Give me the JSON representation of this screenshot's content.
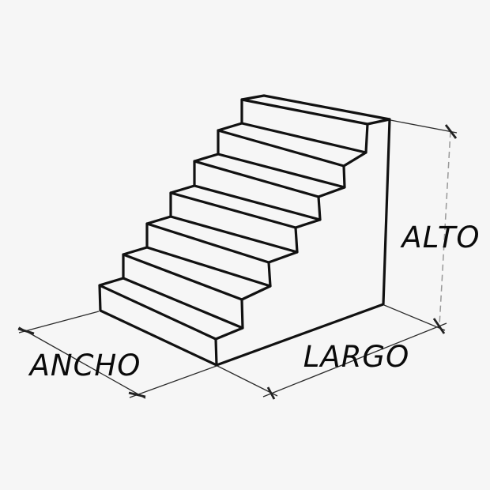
{
  "diagram": {
    "type": "staircase-dimensions",
    "steps_count": 7,
    "labels": {
      "width": "ANCHO",
      "length": "LARGO",
      "height": "ALTO"
    },
    "colors": {
      "background": "#f6f6f6",
      "outline": "#111111",
      "dimension_line": "#2b2b2b",
      "height_dashed_line": "#999999",
      "label_text": "#0a0a0a"
    }
  }
}
